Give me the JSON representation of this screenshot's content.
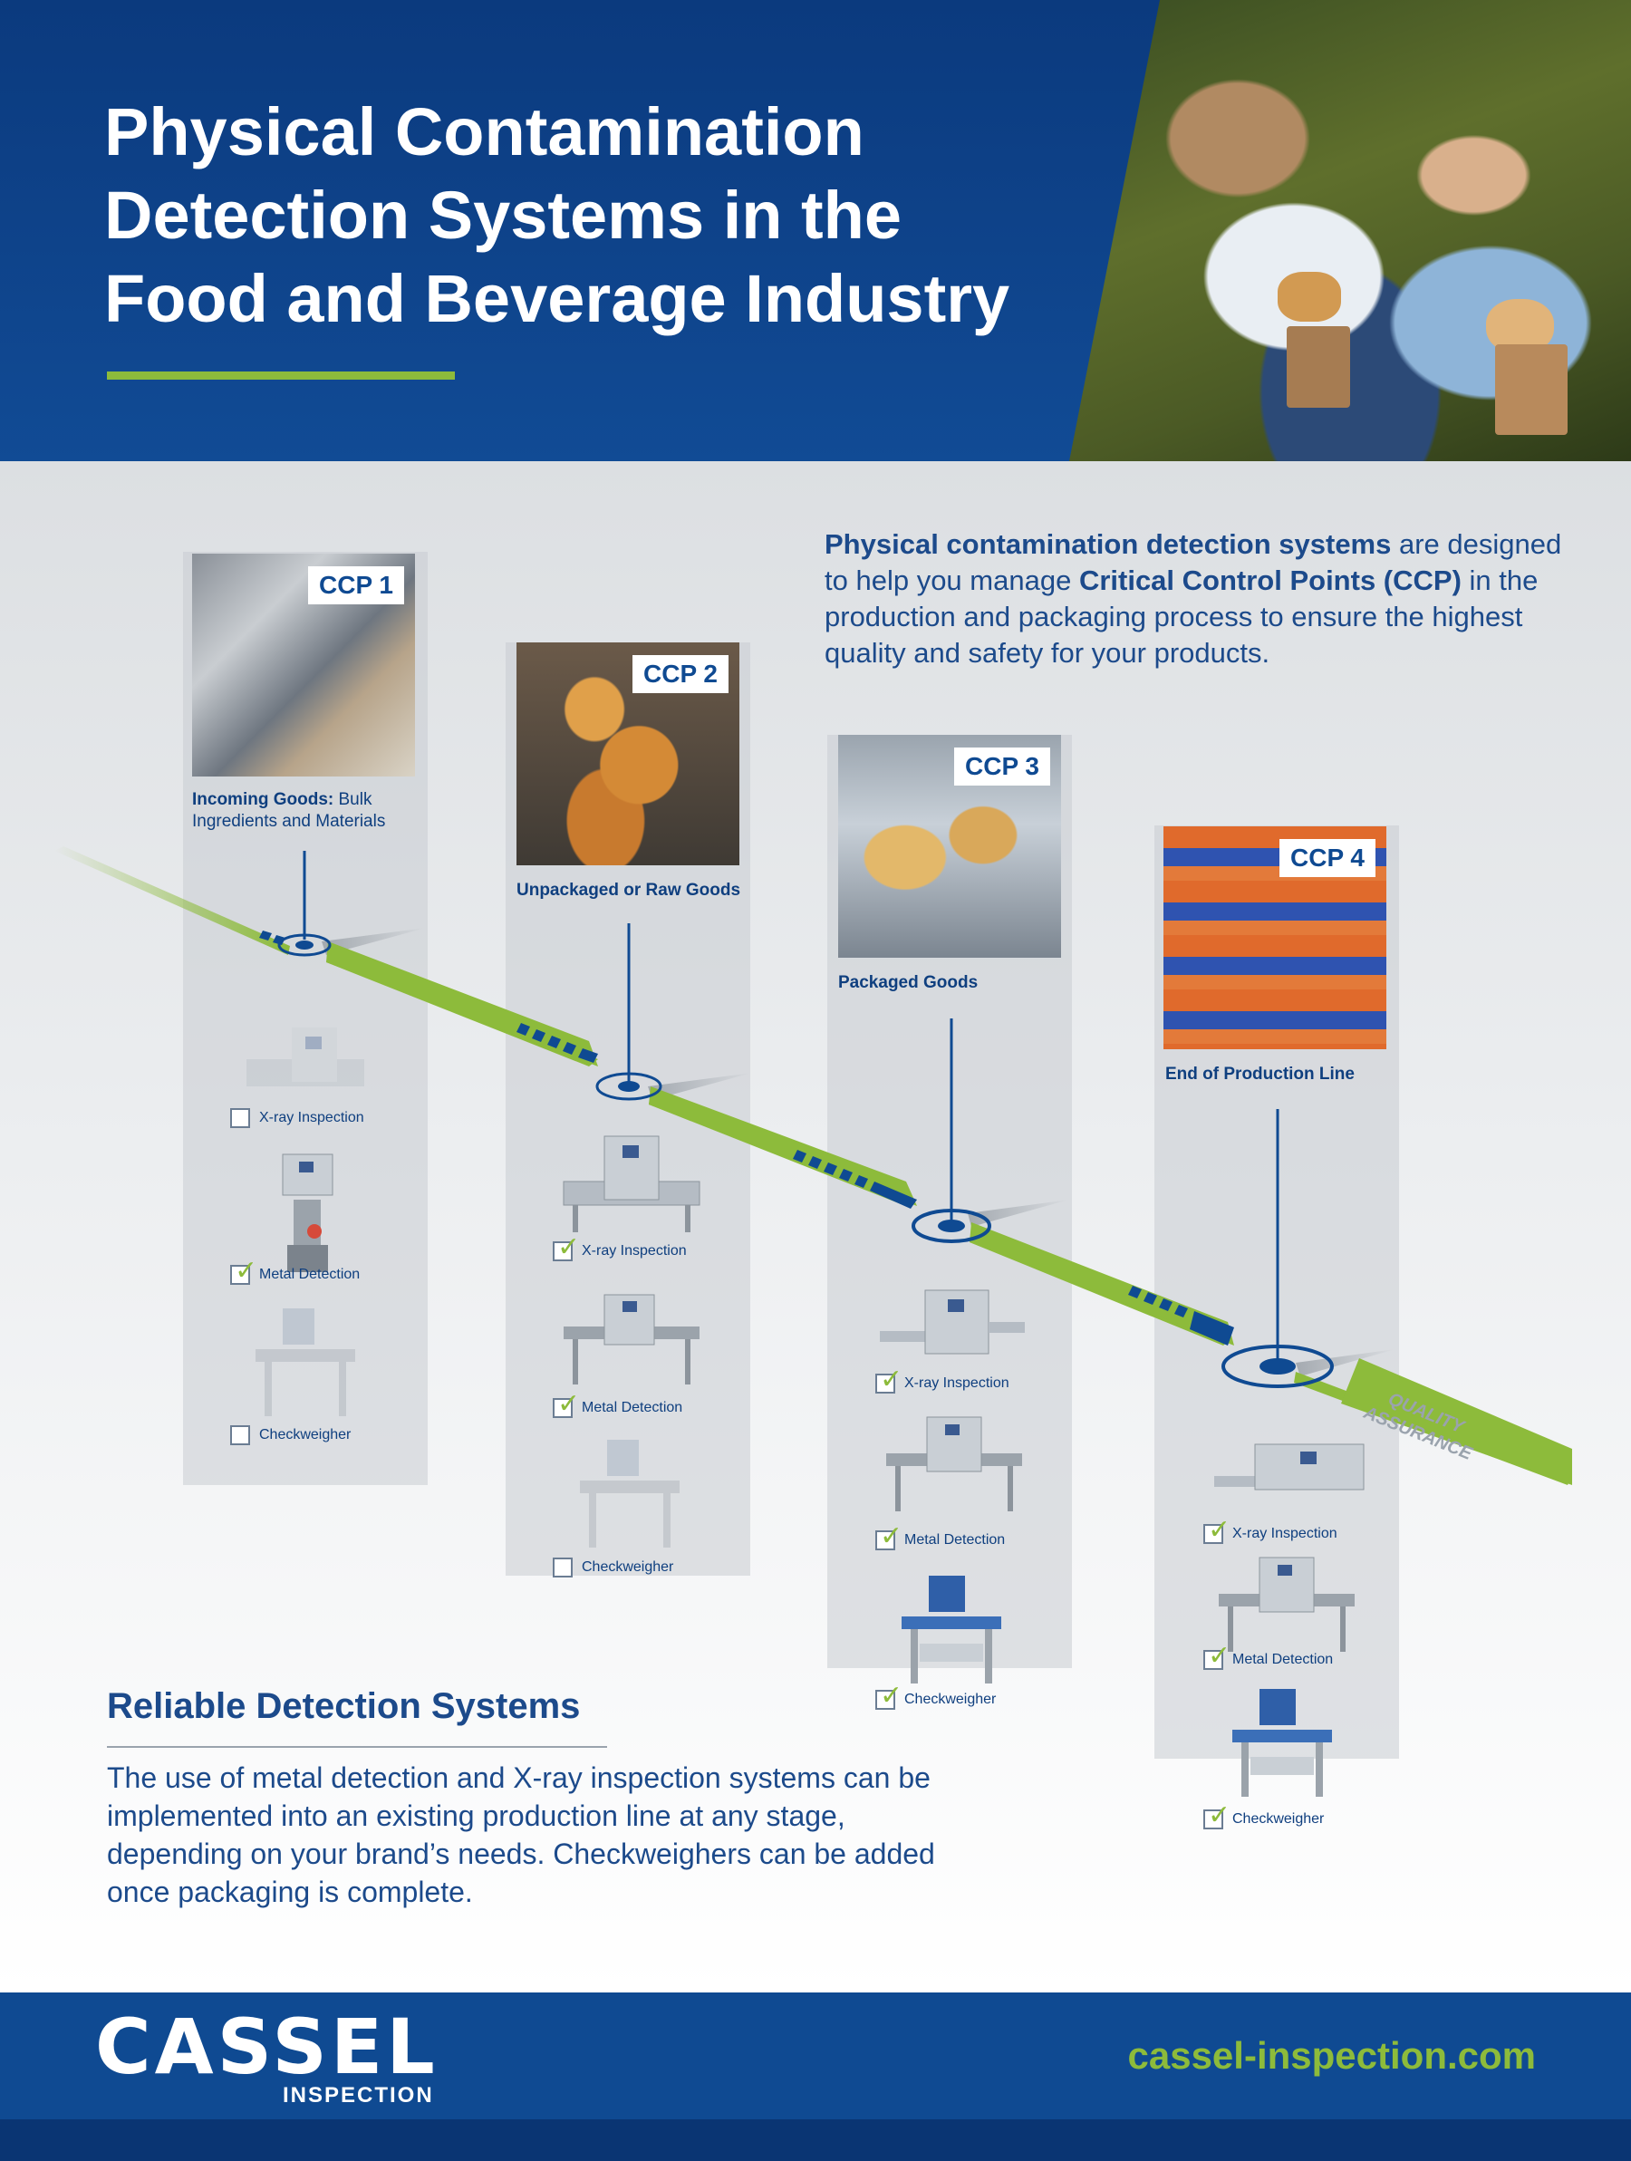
{
  "header": {
    "title_lines": [
      "Physical Contamination",
      "Detection Systems in the",
      "Food and Beverage Industry"
    ],
    "photo_icon": "family-photo"
  },
  "intro": {
    "bold1": "Physical contamination detection systems",
    "text1": " are designed to help you manage ",
    "bold2": "Critical Control Points (CCP)",
    "text2": " in the production and packaging process to ensure the highest quality and safety for your products."
  },
  "ccps": [
    {
      "badge": "CCP 1",
      "label_bold": "Incoming Goods:",
      "label_rest": " Bulk Ingredients and Materials",
      "options": [
        {
          "label": "X-ray Inspection",
          "checked": false
        },
        {
          "label": "Metal Detection",
          "checked": true
        },
        {
          "label": "Checkweigher",
          "checked": false
        }
      ]
    },
    {
      "badge": "CCP 2",
      "label_bold": "Unpackaged or Raw Goods",
      "label_rest": "",
      "options": [
        {
          "label": "X-ray Inspection",
          "checked": true
        },
        {
          "label": "Metal Detection",
          "checked": true
        },
        {
          "label": "Checkweigher",
          "checked": false
        }
      ]
    },
    {
      "badge": "CCP 3",
      "label_bold": "Packaged Goods",
      "label_rest": "",
      "options": [
        {
          "label": "X-ray Inspection",
          "checked": true
        },
        {
          "label": "Metal Detection",
          "checked": true
        },
        {
          "label": "Checkweigher",
          "checked": true
        }
      ]
    },
    {
      "badge": "CCP 4",
      "label_bold": "End of Production Line",
      "label_rest": "",
      "options": [
        {
          "label": "X-ray Inspection",
          "checked": true
        },
        {
          "label": "Metal Detection",
          "checked": true
        },
        {
          "label": "Checkweigher",
          "checked": true
        }
      ]
    }
  ],
  "arrow": {
    "label_line1": "QUALITY",
    "label_line2": "ASSURANCE"
  },
  "reliable": {
    "title": "Reliable Detection Systems",
    "body": "The use of metal detection and X-ray inspection systems can be implemented into an existing production line at any stage, depending on your brand’s needs. Checkweighers can be added once packaging is complete."
  },
  "footer": {
    "logo_word": "CASSEL",
    "logo_sub": "INSPECTION",
    "url": "cassel-inspection.com"
  },
  "colors": {
    "navy": "#0f4a92",
    "green": "#8dbb3b",
    "text_blue": "#1c4a8b"
  }
}
